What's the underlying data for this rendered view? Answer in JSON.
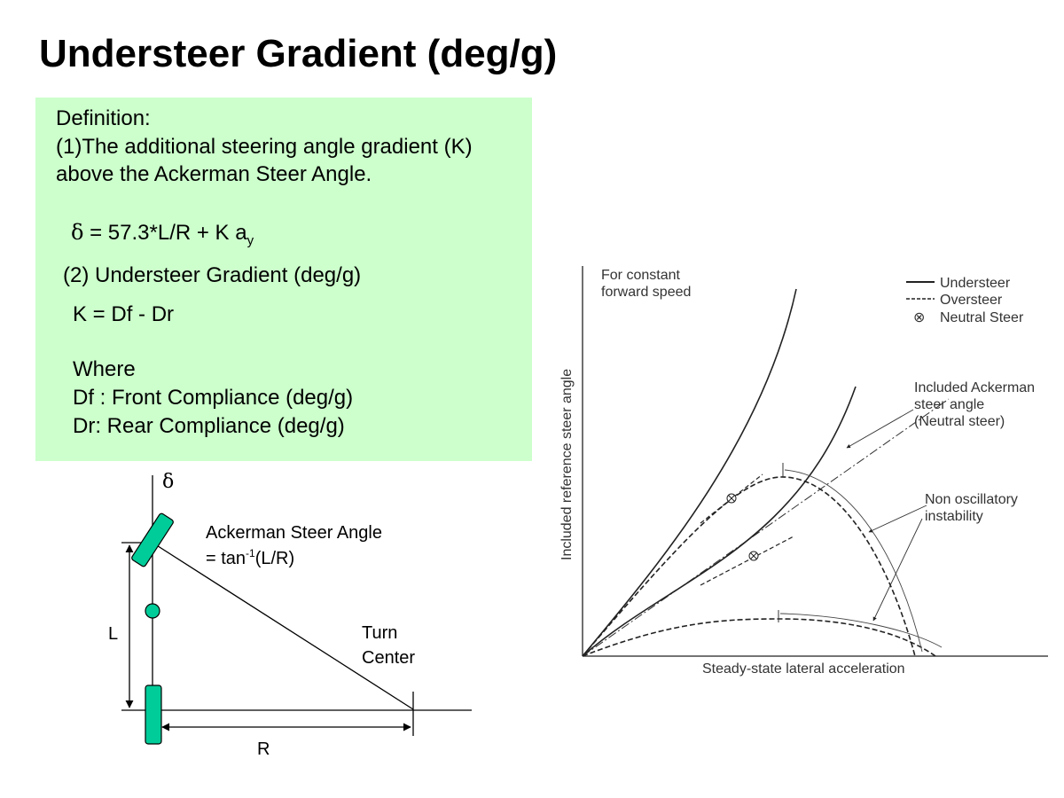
{
  "title": "Understeer Gradient (deg/g)",
  "definition": {
    "heading": "Definition:",
    "line1": "(1)The additional steering angle gradient (K)",
    "line2": "above the Ackerman Steer Angle.",
    "formula_delta": "δ",
    "formula_body": " = 57.3*L/R + K a",
    "formula_sub": "y",
    "item2": "(2) Understeer Gradient (deg/g)",
    "k_formula": "K = Df - Dr",
    "where": "Where",
    "df": "Df : Front Compliance (deg/g)",
    "dr": "Dr: Rear Compliance (deg/g)"
  },
  "bicycle_model": {
    "delta_label": "δ",
    "ackerman_line1": "Ackerman Steer Angle",
    "ackerman_line2_pre": "= tan",
    "ackerman_line2_sup": "-1",
    "ackerman_line2_post": "(L/R)",
    "l_label": "L",
    "r_label": "R",
    "turn_line1": "Turn",
    "turn_line2": "Center",
    "wheel_color": "#00cc99"
  },
  "plot": {
    "note_line1": "For constant",
    "note_line2": "forward speed",
    "legend_understeer": "Understeer",
    "legend_oversteer": "Oversteer",
    "legend_neutral": "Neutral Steer",
    "neutral_symbol": "⊗",
    "x_label": "Steady-state lateral acceleration",
    "y_label": "Included reference steer angle",
    "ann_ackerman_1": "Included Ackerman",
    "ann_ackerman_2": "steer angle",
    "ann_ackerman_3": "(Neutral steer)",
    "ann_instability_1": "Non oscillatory",
    "ann_instability_2": "instability"
  },
  "colors": {
    "definition_bg": "#ccffcc",
    "wheel": "#00cc99"
  }
}
